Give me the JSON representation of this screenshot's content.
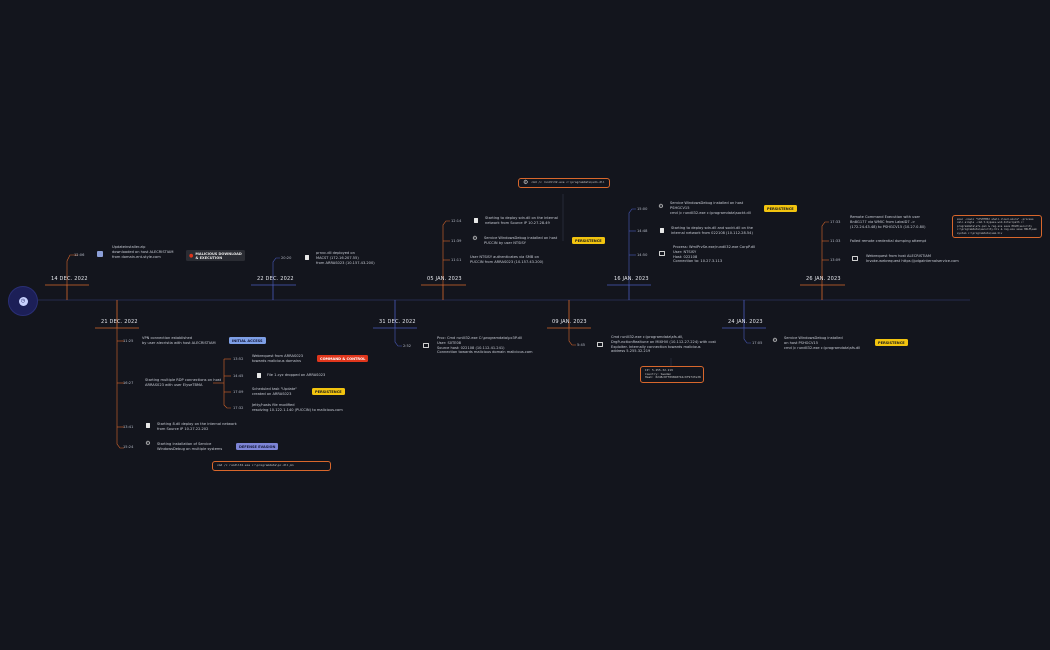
{
  "colors": {
    "accent_orange": "#d8672c",
    "accent_blue": "#4a5bbd",
    "tag_yellow": "#f2c40f",
    "tag_red": "#e0361c",
    "tag_blue": "#7e9fe6",
    "background": "#13151d"
  },
  "dates": {
    "d1": "14 DEC. 2022",
    "d2": "21 DEC. 2022",
    "d3": "22 DEC. 2022",
    "d4": "31 DEC. 2022",
    "d5": "05 JAN. 2023",
    "d6": "09 JAN. 2023",
    "d7": "16 JAN. 2023",
    "d8": "24 JAN. 2023",
    "d9": "26 JAN. 2023"
  },
  "events": {
    "e1": {
      "time": "12:06",
      "text": "Updateinstaller.zip\ndownloaded on host ALECRISTIAM\nfrom domain.ent-style.com",
      "icon": "archive-icon"
    },
    "e1_tag": "MALICIOUS DOWNLOAD\n& EXECUTION",
    "e2a": {
      "time": "11:25",
      "text": "VPN connection established\nby user alecristia with host ALECRISTIAM"
    },
    "e2a_tag": "INITIAL ACCESS",
    "e2b": {
      "time": "16:27",
      "text": "Starting multiple RDP connections on host\nARRAS023 with user ElyseTBMA"
    },
    "e2b1": {
      "time": "13:52",
      "text": "Webrequest from ARRAS023\ntowards malicious domains"
    },
    "e2b1_tag": "COMMAND & CONTROL",
    "e2b2": {
      "time": "14:45",
      "text": "File 1.cyz dropped on ARRAS023"
    },
    "e2b3": {
      "time": "17:09",
      "text": "Scheduled task \"Update\"\ncreated on ARRAS023"
    },
    "e2b3_tag": "PERSISTENCE",
    "e2b4": {
      "time": "17:32",
      "text": "Jetty/hosts file modified\nresolving 10.122.1.140 (PUCCIN) to malicious.com"
    },
    "e2c": {
      "time": "13:41",
      "text": "Starting 8.dll deploy on the internal network\nfrom Source IP 10.27.22.202"
    },
    "e2d": {
      "time": "15:24",
      "text": "Starting installation of Service\nWindowsDebug on multiple systems"
    },
    "e2d_tag": "DEFENSE EVASION",
    "e2_code": "cmd /c rundll32.exe c:\\programdata\\pc.dll,mn",
    "e3": {
      "time": "20:20",
      "text": "prnvc.dll deployed on\nMACST (172.16.207.55)\nfrom ARRAS023 (10.157.43.200)"
    },
    "e4": {
      "time": "2:52",
      "text": "Proc: Cmd runlll32.exe C:\\programdata\\pc3P.dll\nUser: S0TE08\nSource host: 022108 (10.112.41.241)\nConnection towards malicious domain malicious.com"
    },
    "e5a": {
      "time": "12:14",
      "text": "Starting to deploy sdn.dll on the internal\nnetwork from Source IP 10.27.28.49"
    },
    "e5b": {
      "time": "11:39",
      "text": "Service WindowsDebug installed on host\nPUCCIN by user NTSISY"
    },
    "e5c": {
      "time": "11:11",
      "text": "User NTSISY authenticates via SMB on\nPUCCIN from ARRAS023 (10.157.43.200)"
    },
    "e5_tag": "PERSISTENCE",
    "e5_code": "cmd /c rundll32.exe c:\\programdata\\sdn.dll",
    "e6": {
      "time": "5:45",
      "text": "Cmd runlll32.exe c:\\programdata\\sfs.dll,\nDrgFunctionRealtune on MIXHVI (10.112.27.224) with cost\nExploiter. Internally connection towards malicious\naddress 5.255.32.219"
    },
    "e6_code": "IP: 5.255.32.219\nCountry: Sweden\nHash: 02d8c8ff098b8f44c0f9fdfe38",
    "e7a": {
      "time": "15:00",
      "text": "Service WindowsDebug installed on host\nPSHGCV15\ncmd /c rundll32.exe c:\\programdata\\sockt.dll"
    },
    "e7a_tag": "PERSISTENCE",
    "e7b": {
      "time": "14:48",
      "text": "Starting to deploy sdn.dll and sockt.dll on the\ninternal network from 022108 (10.112.28.54)"
    },
    "e7c": {
      "time": "14:50",
      "text": "Process: WmiPrvSe.exe/rundll32.exe CorpP.dll\nUser: NTSISY\nHost: 022108\nConnection to: 10.27.3.113"
    },
    "e8": {
      "time": "17:05",
      "text": "Service WindowsDebug installed\non host PSHGCV15\ncmd /c rundll32.exe c:\\programdata\\sfs.dll"
    },
    "e8_tag": "PERSISTENCE",
    "e9a": {
      "time": "17:33",
      "text": "Remote Command Execution with user\nBn8G177 via WMIC from LabsID7 ->\n(172.24.43.48) to PSHGCV15 (10.27.0.80)"
    },
    "e9b": {
      "time": "11:33",
      "text": "Failed remote credential dumping attempt"
    },
    "e9c": {
      "time": "13:09",
      "text": "Webrequest from host ALECRISTIAM\nInvoke-webrequest https://pdgainternalservice.com"
    },
    "e9_code": "exec -nowin \"SYSTEM32 shell.cloud.azure\" -process\ncalc.single -cmd-t.bypass-wnd-bitsrcpath c:\nprogramdata\\sfs.ps1 & reg.exe save HKLM\\security\nc:\\programdata\\security.hiv & reg.exe save HKLM\\sam\nsystem c:\\programdata\\sam.hiv"
  }
}
